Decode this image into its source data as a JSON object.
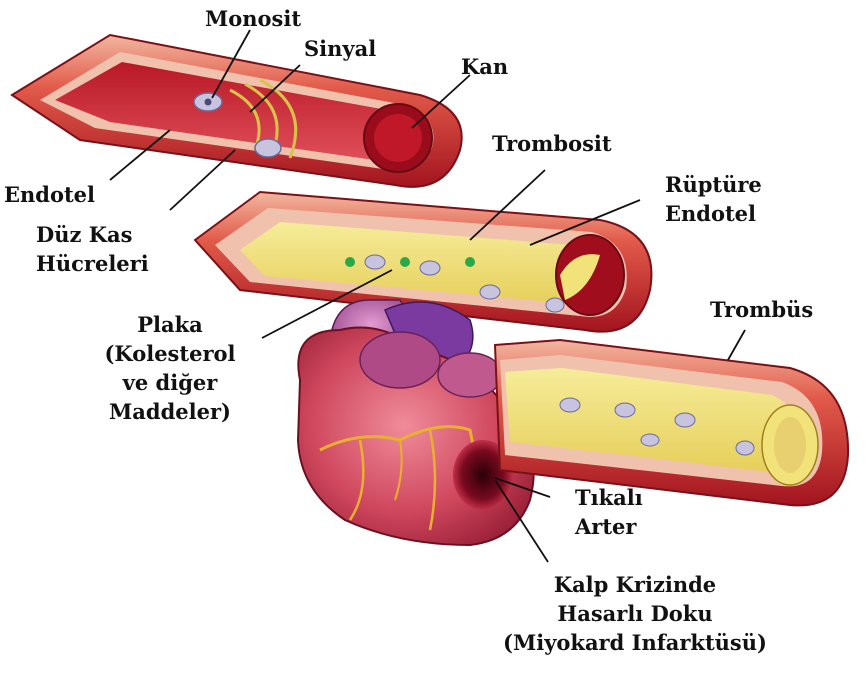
{
  "labels": {
    "monosit": "Monosit",
    "sinyal": "Sinyal",
    "kan": "Kan",
    "trombosit": "Trombosit",
    "endotel": "Endotel",
    "duz_kas": [
      "Düz Kas",
      "Hücreleri"
    ],
    "ruptur": [
      "Rüptüre",
      "Endotel"
    ],
    "plaka": [
      "Plaka",
      "(Kolesterol",
      "ve diğer",
      "Maddeler)"
    ],
    "trombus": "Trombüs",
    "tikali": [
      "Tıkalı",
      "Arter"
    ],
    "kalp": [
      "Kalp Krizinde",
      "Hasarlı Doku",
      "(Miyokard Infarktüsü)"
    ]
  },
  "colors": {
    "vessel_wall": "#c8202a",
    "vessel_outer": "#e8a07a",
    "plaque": "#f2e27a",
    "blood": "#b01020",
    "heart": "#d8506a",
    "leader": "#111111"
  }
}
